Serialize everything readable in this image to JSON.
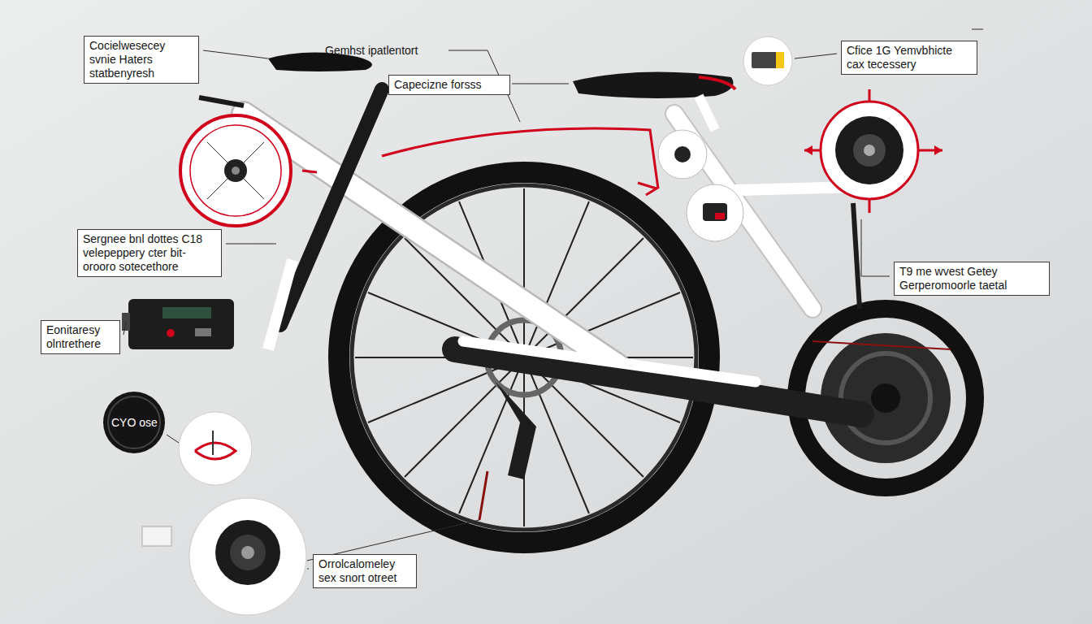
{
  "diagram": {
    "nodes": [
      {
        "text": [
          "Cocielwesecey svnie Haters statbenyresh"
        ]
      },
      {
        "text": [
          "Cfice 1G Yemvbhicte cax tecessery"
        ]
      },
      {
        "text": [
          "Capecizne forsss"
        ]
      },
      {
        "text": [
          "Sergnee bnl dottes C18 velepeppery cter bit-orooro sotecethore"
        ]
      },
      {
        "text": [
          "T9 me wvest Getey Gerperomoorle taetal"
        ]
      },
      {
        "text": [
          "Eonitaresy olntrethere"
        ]
      },
      {
        "text": [
          "Orrolcalomeley sex snort otreet"
        ]
      }
    ],
    "labels": [
      "Gemhst ipatlentort",
      "CYO ose"
    ]
  }
}
